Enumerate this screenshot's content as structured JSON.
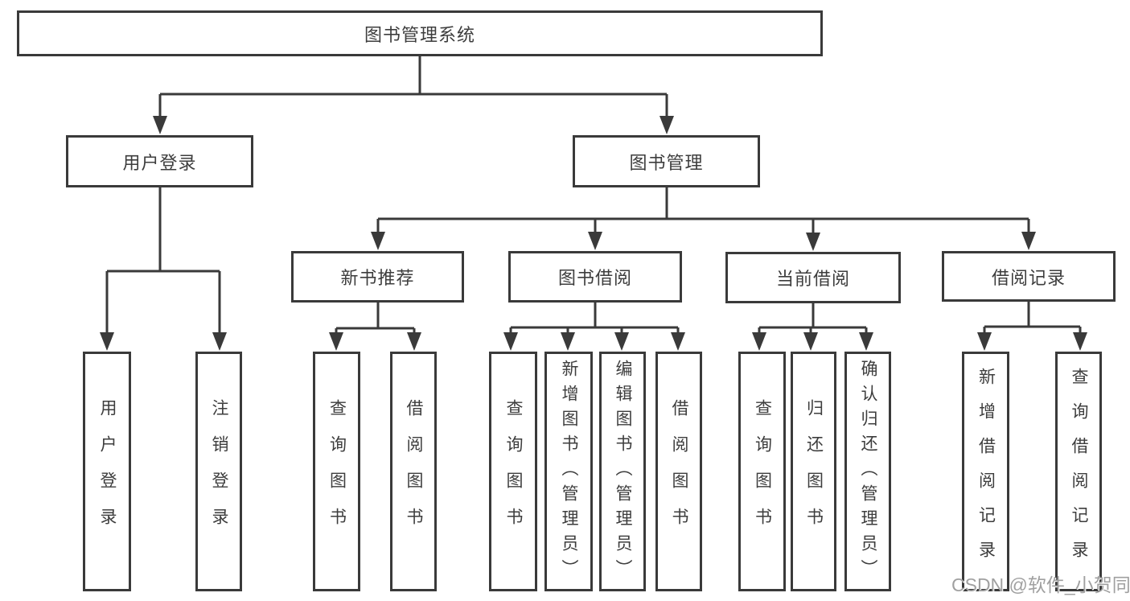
{
  "tree": {
    "label": "图书管理系统",
    "children": [
      {
        "label": "用户登录",
        "children": [
          {
            "label": "用户登录"
          },
          {
            "label": "注销登录"
          }
        ]
      },
      {
        "label": "图书管理",
        "children": [
          {
            "label": "新书推荐",
            "children": [
              {
                "label": "查询图书"
              },
              {
                "label": "借阅图书"
              }
            ]
          },
          {
            "label": "图书借阅",
            "children": [
              {
                "label": "查询图书"
              },
              {
                "label": "新增图书（管理员）"
              },
              {
                "label": "编辑图书（管理员）"
              },
              {
                "label": "借阅图书"
              }
            ]
          },
          {
            "label": "当前借阅",
            "children": [
              {
                "label": "查询图书"
              },
              {
                "label": "归还图书"
              },
              {
                "label": "确认归还（管理员）"
              }
            ]
          },
          {
            "label": "借阅记录",
            "children": [
              {
                "label": "新增借阅记录"
              },
              {
                "label": "查询借阅记录"
              }
            ]
          }
        ]
      }
    ]
  },
  "watermark": {
    "text": "CSDN @软件_小贺同学"
  },
  "colors": {
    "line": "#3a3a3a",
    "text": "#3d3d3d",
    "background": "#ffffff",
    "watermark": "#a0a0a0"
  }
}
